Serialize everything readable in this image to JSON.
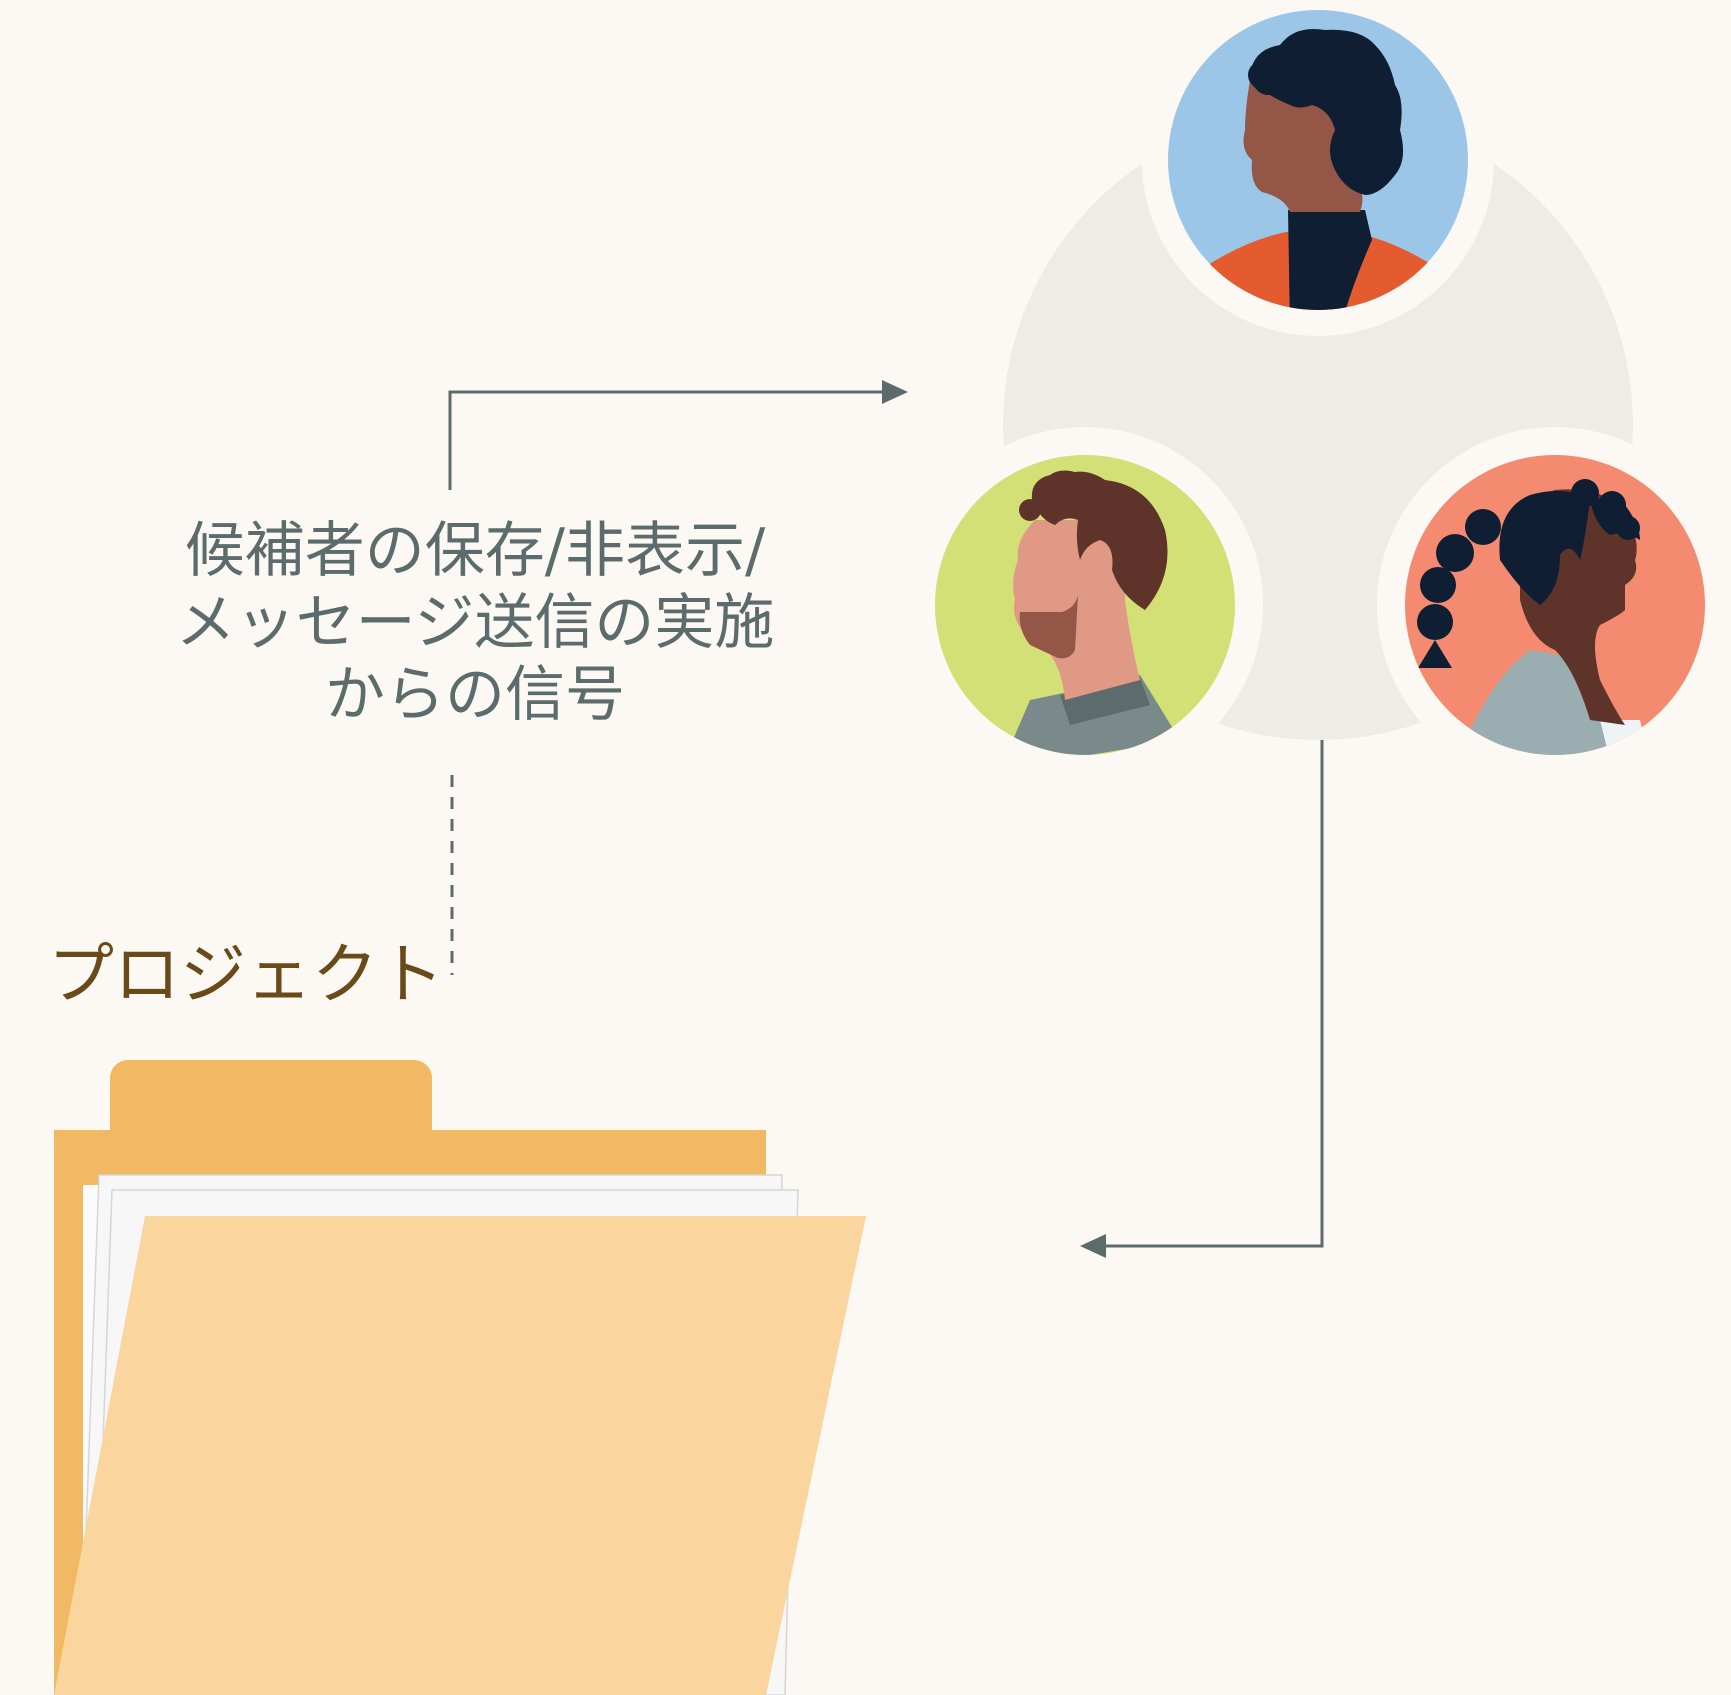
{
  "signal_label": {
    "line1": "候補者の保存/非表示/",
    "line2": "メッセージ送信の実施",
    "line3": "からの信号"
  },
  "project_label": "プロジェクト",
  "colors": {
    "background": "#fcf9f4",
    "cluster": "#efebe5",
    "arrow": "#5c6b6b",
    "project_text": "#6b4a1a",
    "folder_back": "#f1b964",
    "folder_front": "#fad59e",
    "avatar_top_bg": "#9cc6e8",
    "avatar_left_bg": "#d3e075",
    "avatar_right_bg": "#f48b70"
  },
  "icons": [
    "person-avatar-icon",
    "folder-icon",
    "arrow-right-icon",
    "arrow-left-icon"
  ]
}
